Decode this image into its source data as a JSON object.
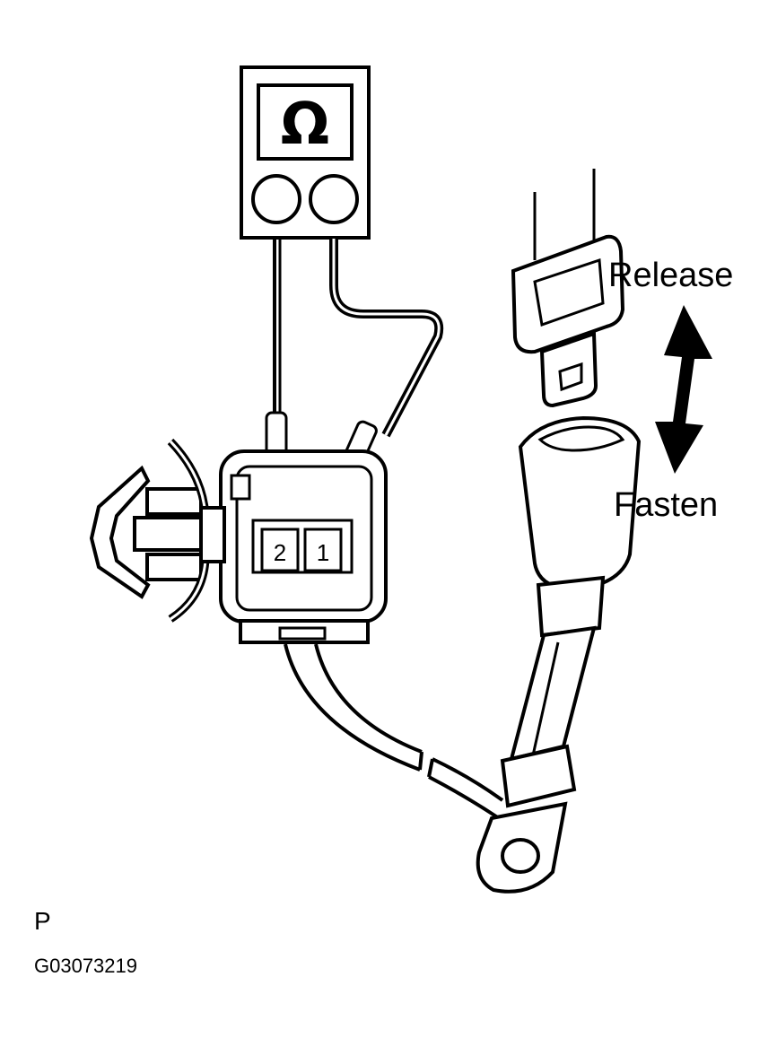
{
  "meter": {
    "symbol": "Ω",
    "icon": "ohm-icon"
  },
  "connector": {
    "terminals": [
      {
        "label": "2"
      },
      {
        "label": "1"
      }
    ]
  },
  "buckle": {
    "release_label": "Release",
    "fasten_label": "Fasten",
    "arrow_icon": "double-arrow-icon"
  },
  "footer": {
    "page_code": "P",
    "figure_code": "G03073219"
  },
  "colors": {
    "ink": "#000000",
    "paper": "#ffffff"
  }
}
